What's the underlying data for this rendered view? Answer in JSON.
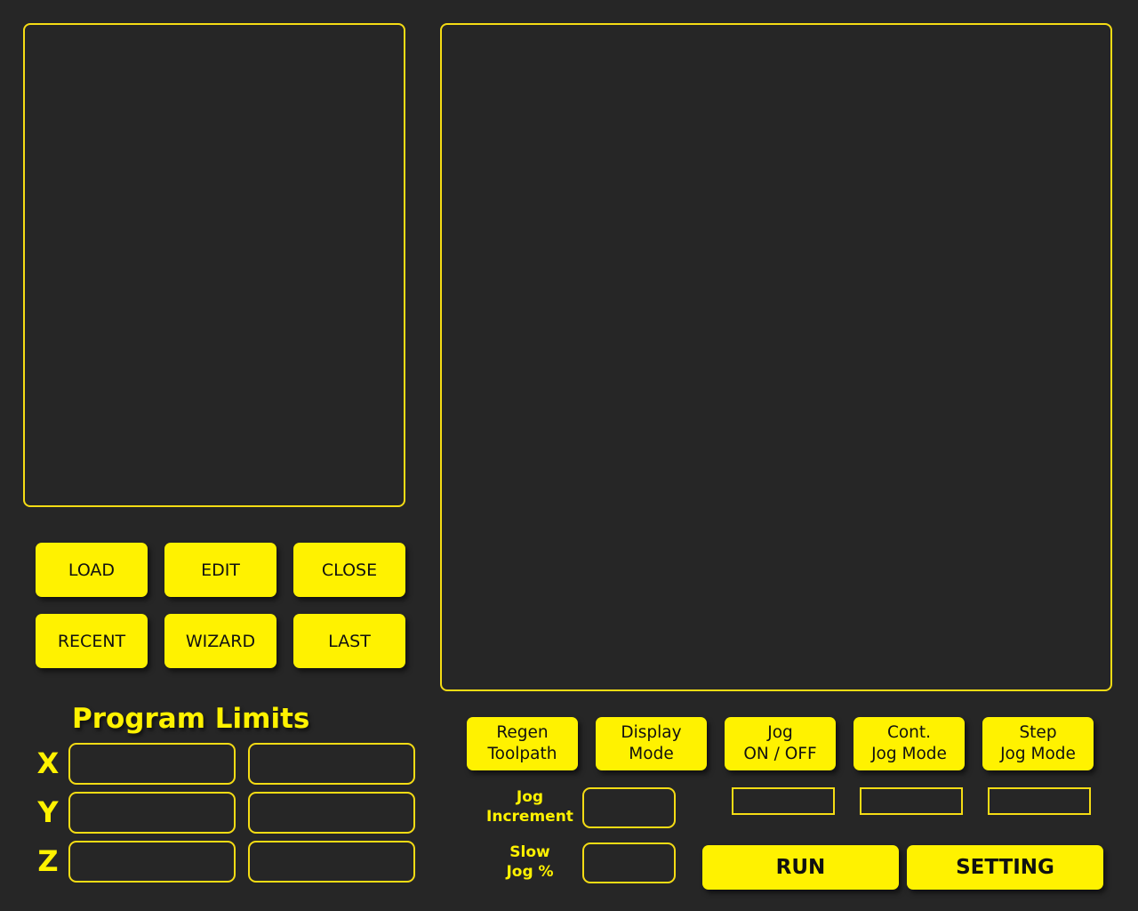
{
  "file_buttons": {
    "load": "LOAD",
    "edit": "EDIT",
    "close": "CLOSE",
    "recent": "RECENT",
    "wizard": "WIZARD",
    "last": "LAST"
  },
  "program_limits": {
    "title": "Program Limits",
    "axes": [
      "X",
      "Y",
      "Z"
    ]
  },
  "toolbar": {
    "regen": [
      "Regen",
      "Toolpath"
    ],
    "display": [
      "Display",
      "Mode"
    ],
    "jog": [
      "Jog",
      "ON / OFF"
    ],
    "cont": [
      "Cont.",
      "Jog Mode"
    ],
    "step": [
      "Step",
      "Jog Mode"
    ]
  },
  "jog": {
    "increment_label": [
      "Jog",
      "Increment"
    ],
    "slow_label": [
      "Slow",
      "Jog %"
    ]
  },
  "actions": {
    "run": "RUN",
    "setting": "SETTING"
  },
  "colors": {
    "accent": "#fff200",
    "border": "#f5dc14",
    "background": "#262626"
  }
}
